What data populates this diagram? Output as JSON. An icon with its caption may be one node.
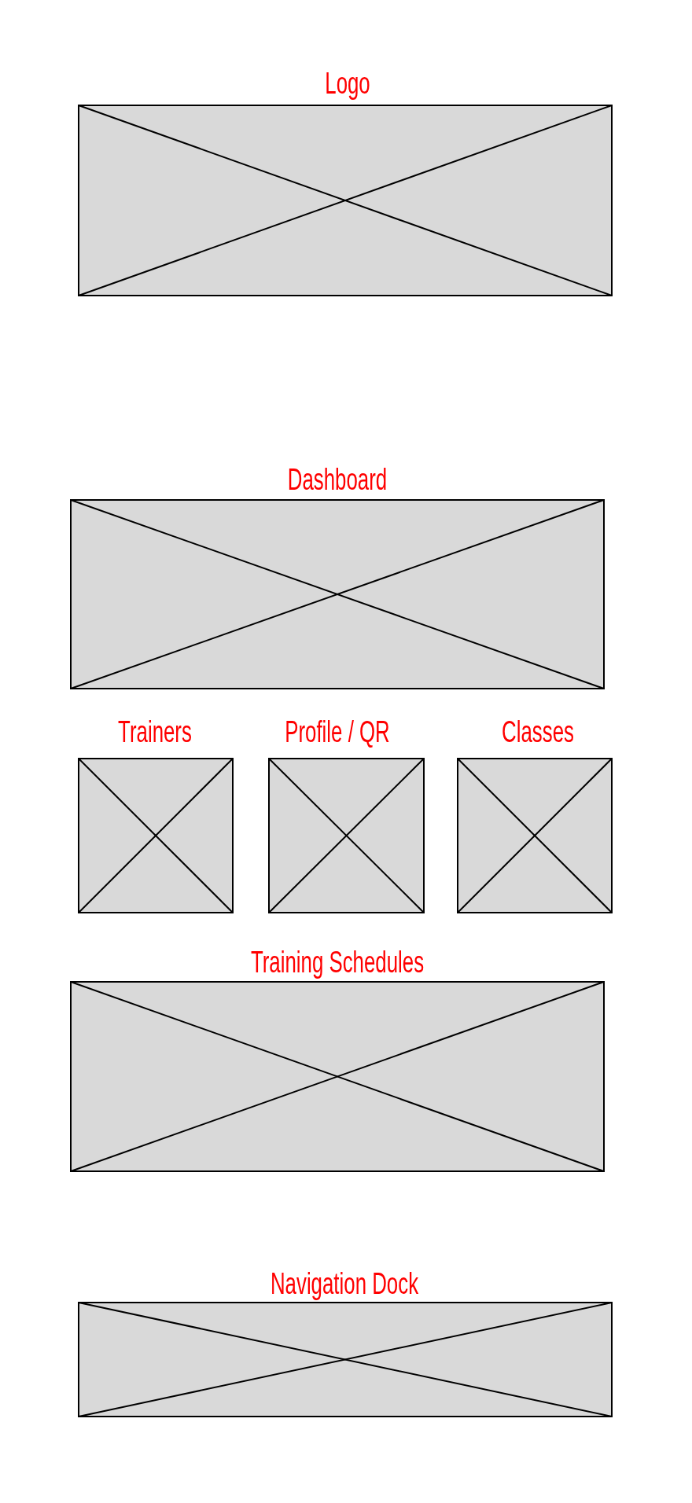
{
  "diagram": {
    "nodes": [
      {
        "text": [
          "Logo"
        ]
      },
      {
        "text": [
          "Dashboard"
        ]
      },
      {
        "text": [
          "Trainers"
        ]
      },
      {
        "text": [
          "Profile / QR"
        ]
      },
      {
        "text": [
          "Classes"
        ]
      },
      {
        "text": [
          "Training Schedules"
        ]
      },
      {
        "text": [
          "Navigation Dock"
        ]
      }
    ]
  }
}
